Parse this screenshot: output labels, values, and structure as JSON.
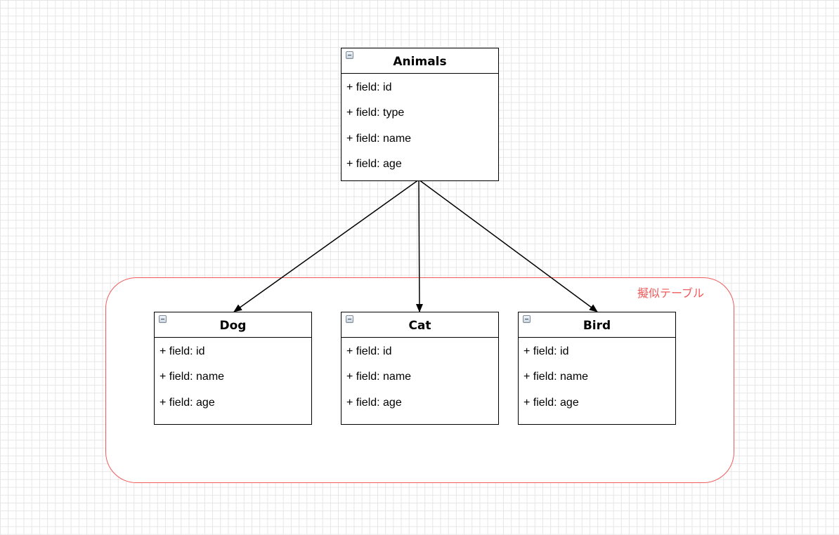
{
  "group": {
    "label": "擬似テーブル",
    "border_color": "#f05a5a"
  },
  "entities": {
    "animals": {
      "title": "Animals",
      "fields": [
        "+ field: id",
        "+ field: type",
        "+ field: name",
        "+ field: age"
      ]
    },
    "dog": {
      "title": "Dog",
      "fields": [
        "+ field: id",
        "+ field: name",
        "+ field: age"
      ]
    },
    "cat": {
      "title": "Cat",
      "fields": [
        "+ field: id",
        "+ field: name",
        "+ field: age"
      ]
    },
    "bird": {
      "title": "Bird",
      "fields": [
        "+ field: id",
        "+ field: name",
        "+ field: age"
      ]
    }
  },
  "connectors": [
    {
      "from": "animals",
      "to": "dog"
    },
    {
      "from": "animals",
      "to": "cat"
    },
    {
      "from": "animals",
      "to": "bird"
    }
  ],
  "colors": {
    "stroke": "#000000",
    "grid": "#e6e6e6",
    "group": "#f05a5a"
  },
  "icons": {
    "collapse": "minus-box-icon"
  }
}
